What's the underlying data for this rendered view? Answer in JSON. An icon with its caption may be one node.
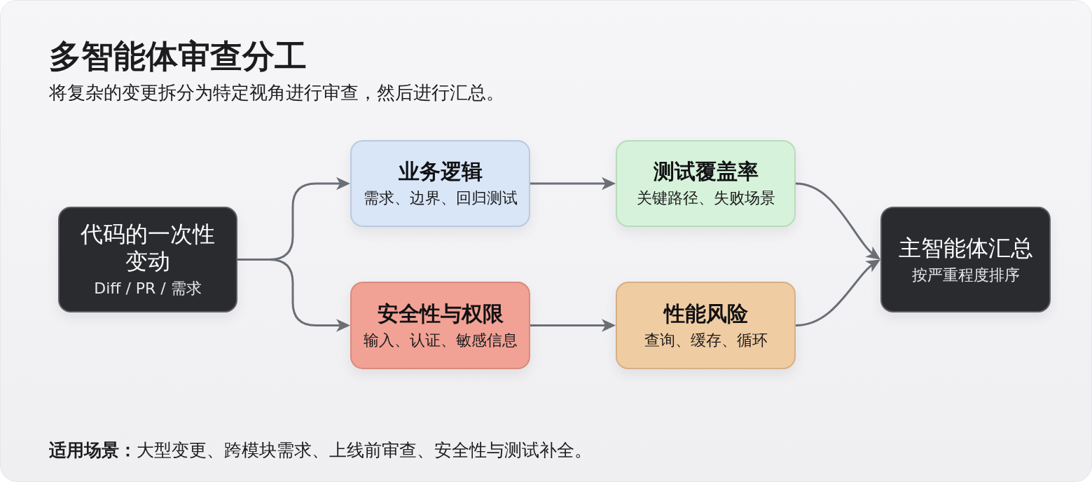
{
  "diagram": {
    "title": "多智能体审查分工",
    "nodes": [
      {
        "text": [
          "代码的一次性变动",
          "Diff / PR / 需求"
        ]
      },
      {
        "text": [
          "业务逻辑",
          "需求、边界、回归测试"
        ]
      },
      {
        "text": [
          "安全性与权限",
          "输入、认证、敏感信息"
        ]
      },
      {
        "text": [
          "测试覆盖率",
          "关键路径、失败场景"
        ]
      },
      {
        "text": [
          "性能风险",
          "查询、缓存、循环"
        ]
      },
      {
        "text": [
          "主智能体汇总",
          "按严重程度排序"
        ]
      }
    ],
    "edges": [
      {
        "from": 0,
        "to": 1,
        "arrow": "to"
      },
      {
        "from": 0,
        "to": 2,
        "arrow": "to"
      },
      {
        "from": 1,
        "to": 3,
        "arrow": "to"
      },
      {
        "from": 2,
        "to": 4,
        "arrow": "to"
      },
      {
        "from": 3,
        "to": 5,
        "arrow": "to"
      },
      {
        "from": 4,
        "to": 5,
        "arrow": "to"
      }
    ],
    "labels": [
      "将复杂的变更拆分为特定视角进行审查，然后进行汇总。",
      "**适用场景：**大型变更、跨模块需求、上线前审查、安全性与测试补全。"
    ]
  }
}
